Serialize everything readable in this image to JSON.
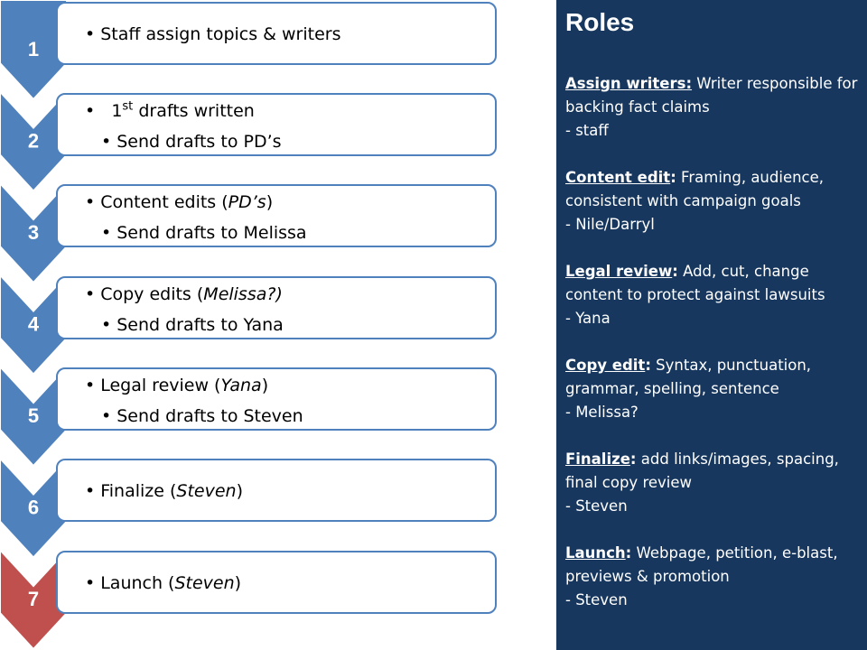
{
  "steps": [
    {
      "number": "1",
      "color": "#4f81bd",
      "lines": [
        "Staff assign topics & writers"
      ]
    },
    {
      "number": "2",
      "color": "#4f81bd",
      "lines": [
        "1st drafts written",
        "Send drafts to PD’s"
      ]
    },
    {
      "number": "3",
      "color": "#4f81bd",
      "lines": [
        "Content edits (PD’s)",
        "Send drafts to Melissa"
      ]
    },
    {
      "number": "4",
      "color": "#4f81bd",
      "lines": [
        "Copy edits (Melissa?)",
        "Send drafts to Yana"
      ]
    },
    {
      "number": "5",
      "color": "#4f81bd",
      "lines": [
        "Legal review (Yana)",
        "Send drafts to Steven"
      ]
    },
    {
      "number": "6",
      "color": "#4f81bd",
      "lines": [
        "Finalize (Steven)"
      ]
    },
    {
      "number": "7",
      "color": "#c0504d",
      "lines": [
        "Launch (Steven)"
      ]
    }
  ],
  "step_text": {
    "s1": {
      "l1": "Staff assign topics & writers"
    },
    "s2": {
      "l1_num": "1",
      "l1_sup": "st",
      "l1_rest": " drafts written",
      "l2": "Send drafts to PD’s"
    },
    "s3": {
      "l1_pre": "Content edits (",
      "l1_em": "PD’s",
      "l1_post": ")",
      "l2": "Send drafts to Melissa"
    },
    "s4": {
      "l1_pre": "Copy edits (",
      "l1_em": "Melissa?)",
      "l2": "Send drafts to Yana"
    },
    "s5": {
      "l1_pre": "Legal review (",
      "l1_em": "Yana",
      "l1_post": ")",
      "l2": "Send drafts to Steven"
    },
    "s6": {
      "l1_pre": "Finalize (",
      "l1_em": "Steven",
      "l1_post": ")"
    },
    "s7": {
      "l1_pre": "Launch (",
      "l1_em": "Steven",
      "l1_post": ")"
    }
  },
  "roles": {
    "title": "Roles",
    "items": [
      {
        "name": "Assign writers:",
        "desc": " Writer responsible for backing fact claims",
        "who": "- staff"
      },
      {
        "name": "Content edit",
        "colon": ":",
        "desc": " Framing, audience, consistent with campaign goals",
        "who": "- Nile/Darryl"
      },
      {
        "name": "Legal review",
        "colon": ":",
        "desc": " Add, cut, change content to protect against lawsuits",
        "who": "- Yana"
      },
      {
        "name": "Copy edit",
        "colon": ":",
        "desc": " Syntax, punctuation, grammar, spelling, sentence",
        "who": "- Melissa?"
      },
      {
        "name": "Finalize",
        "colon": ":",
        "desc": " add links/images, spacing, final copy review",
        "who": "- Steven"
      },
      {
        "name": "Launch",
        "colon": ":",
        "desc": " Webpage, petition, e-blast, previews & promotion",
        "who": "- Steven"
      }
    ]
  },
  "colors": {
    "chevron": "#4f81bd",
    "chevron_last": "#c0504d",
    "box_border": "#4f81bd",
    "roles_bg": "#17375e"
  }
}
